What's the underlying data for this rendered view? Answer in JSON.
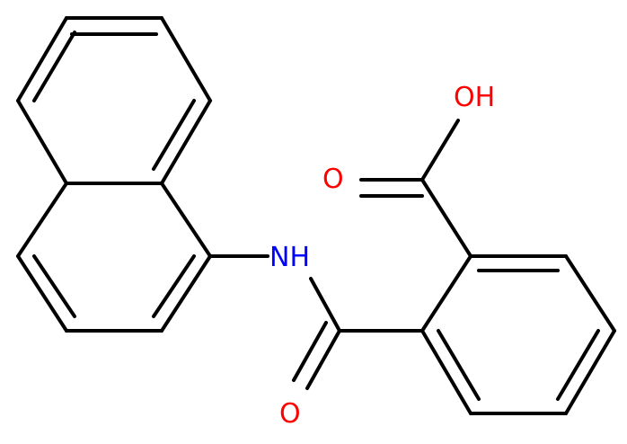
{
  "atoms": [
    {
      "id": "nh",
      "text": "NH",
      "color": "#0000ff"
    },
    {
      "id": "o_carbonyl_acid",
      "text": "O",
      "color": "#ff0000"
    },
    {
      "id": "oh",
      "text": "OH",
      "color": "#ff0000"
    },
    {
      "id": "o_amide",
      "text": "O",
      "color": "#ff0000"
    }
  ],
  "colors": {
    "bond": "#000000",
    "nitrogen": "#0000ff",
    "oxygen": "#ff0000"
  }
}
